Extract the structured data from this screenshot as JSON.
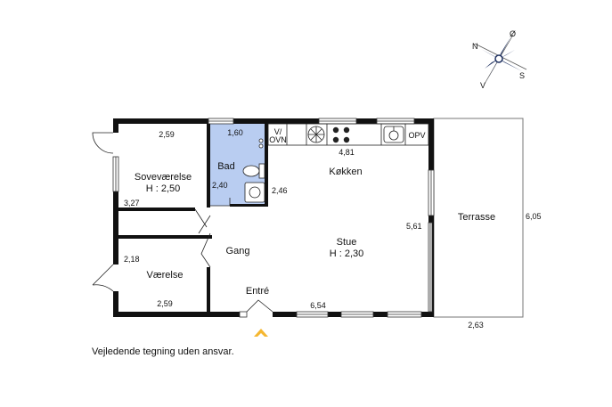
{
  "rooms": {
    "sovevaerelse": {
      "name": "Soveværelse",
      "height": "H : 2,50"
    },
    "bad": {
      "name": "Bad"
    },
    "kokken": {
      "name": "Køkken"
    },
    "gang": {
      "name": "Gang"
    },
    "stue": {
      "name": "Stue",
      "height": "H : 2,30"
    },
    "vaerelse": {
      "name": "Værelse"
    },
    "terrasse": {
      "name": "Terrasse"
    },
    "entre": {
      "name": "Entré"
    }
  },
  "fixtures": {
    "oven_line1": "V/",
    "oven_line2": "OVN",
    "opv": "OPV"
  },
  "dimensions": {
    "sove_width": "2,59",
    "sove_depth": "3,27",
    "bad_width": "1,60",
    "bad_depth": "2,40",
    "bad_side": "2,46",
    "kokken_width": "4,81",
    "stue_depth": "5,61",
    "vaerelse_depth": "2,18",
    "vaerelse_width": "2,59",
    "stue_width": "6,54",
    "terrasse_depth": "6,05",
    "terrasse_width": "2,63"
  },
  "compass": {
    "n": "N",
    "o": "Ø",
    "s": "S",
    "v": "V"
  },
  "colors": {
    "wall": "#111111",
    "bath": "#b9cdf1",
    "entrance_arrow": "#f5b731",
    "compass": "#1e3060"
  },
  "disclaimer": "Vejledende tegning uden ansvar."
}
